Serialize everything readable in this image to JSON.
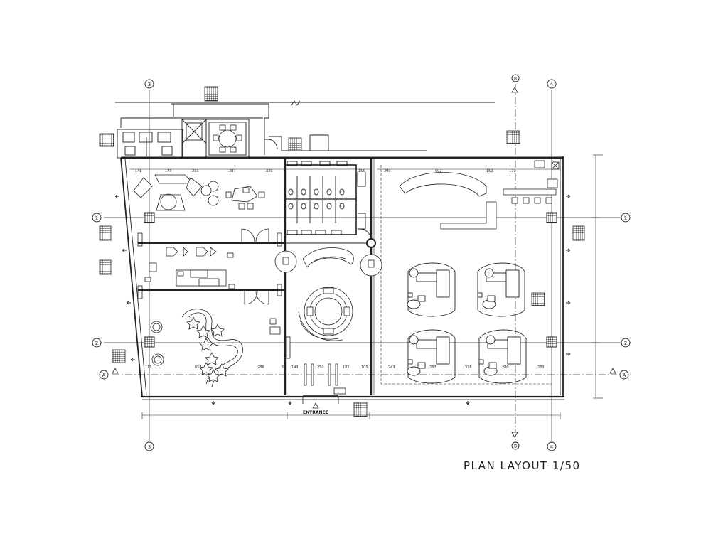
{
  "drawing": {
    "title": "PLAN LAYOUT 1/50",
    "entrance_label": "ENTRANCE",
    "grid_rows": [
      "1",
      "2",
      "A"
    ],
    "grid_cols": [
      "3",
      "4",
      "B"
    ],
    "dims_top_left": [
      "148",
      "170",
      "233",
      "287",
      "320"
    ],
    "dims_top_right": [
      "155",
      "290",
      "992",
      "152",
      "171"
    ],
    "dims_bottom": [
      "115",
      "657",
      "286",
      "57",
      "143",
      "250",
      "185",
      "105",
      "243",
      "287",
      "376",
      "280",
      "283"
    ]
  },
  "colors": {
    "line": "#222222",
    "hatch": "#444444",
    "background": "#ffffff"
  }
}
